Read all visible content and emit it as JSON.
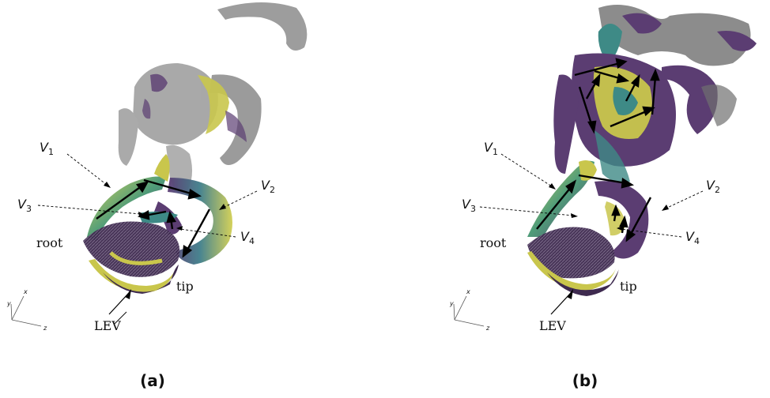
{
  "figure": {
    "panels": [
      {
        "caption": "(a)",
        "labels": {
          "v1": "V",
          "v1_sub": "1",
          "v2": "V",
          "v2_sub": "2",
          "v3": "V",
          "v3_sub": "3",
          "v4": "V",
          "v4_sub": "4",
          "root": "root",
          "tip": "tip",
          "lev": "LEV"
        },
        "axes": {
          "x": "x",
          "y": "y",
          "z": "z"
        }
      },
      {
        "caption": "(b)",
        "labels": {
          "v1": "V",
          "v1_sub": "1",
          "v2": "V",
          "v2_sub": "2",
          "v3": "V",
          "v3_sub": "3",
          "v4": "V",
          "v4_sub": "4",
          "root": "root",
          "tip": "tip",
          "lev": "LEV"
        },
        "axes": {
          "x": "x",
          "y": "y",
          "z": "z"
        }
      }
    ],
    "colors": {
      "grey_iso": "#8a8a8a",
      "purple": "#5b3d72",
      "yellow": "#c9c64c",
      "teal": "#3e8a86",
      "green": "#6aa35c"
    }
  }
}
